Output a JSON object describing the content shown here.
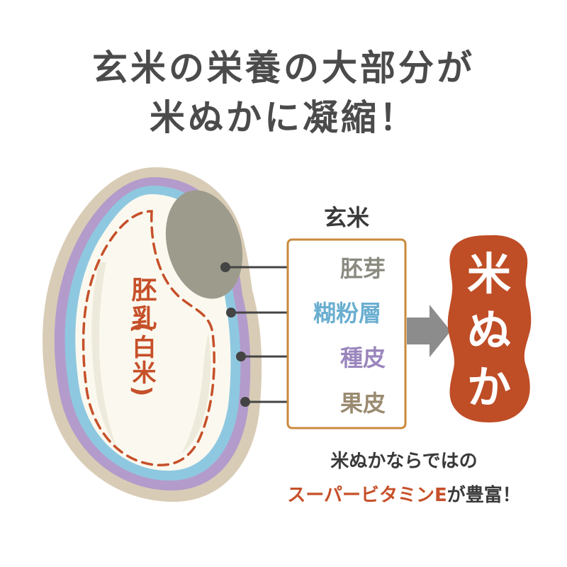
{
  "title": {
    "line1": "玄米の栄養の大部分が",
    "line2": "米ぬかに凝縮！"
  },
  "grain": {
    "endosperm_label_1": "胚乳",
    "endosperm_label_2": "(白米)"
  },
  "layers_box": {
    "heading": "玄米",
    "items": [
      {
        "label": "胚芽",
        "color": "#8a8a80"
      },
      {
        "label": "糊粉層",
        "color": "#6aaed0"
      },
      {
        "label": "種皮",
        "color": "#9a86bd"
      },
      {
        "label": "果皮",
        "color": "#9a8a70"
      }
    ]
  },
  "badge": {
    "line1": "米",
    "line2": "ぬ",
    "line3": "か",
    "color": "#bf4d26"
  },
  "note": {
    "line1": "米ぬかならではの",
    "line2_highlight": "スーパービタミンE",
    "line2_rest": "が豊富！"
  },
  "colors": {
    "husk": "#d9ccb6",
    "seed_coat": "#b39ccb",
    "aleurone": "#8ec8e0",
    "endosperm": "#fbf9ef",
    "germ": "#9c9b8c",
    "dash": "#c6502a",
    "box_border": "#c98a3c",
    "arrow": "#8c8c8c"
  }
}
